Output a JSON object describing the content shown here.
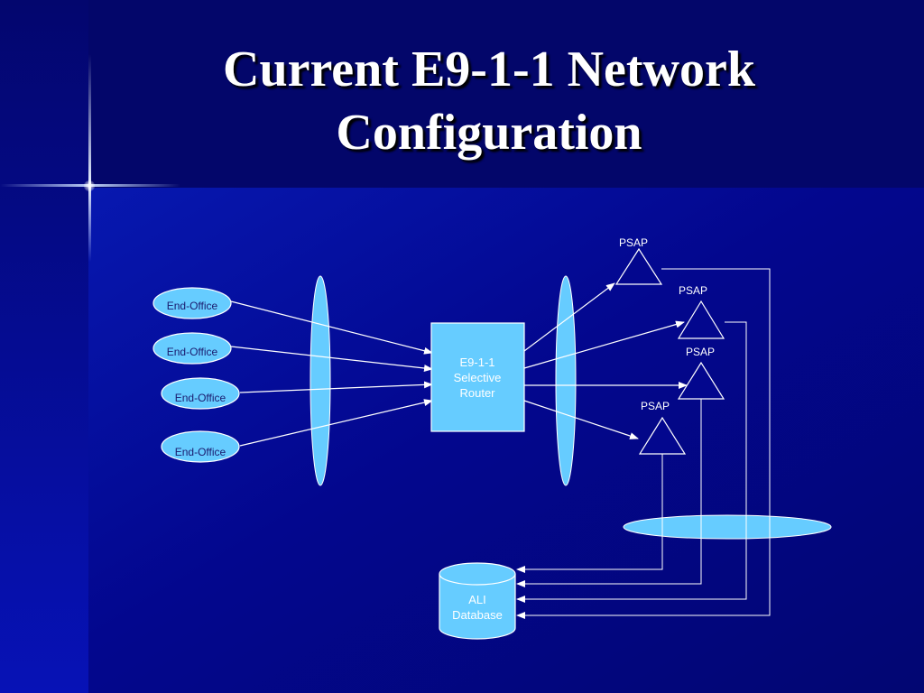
{
  "slide": {
    "title_line1": "Current E9-1-1 Network",
    "title_line2": "Configuration"
  },
  "diagram": {
    "end_offices": [
      "End-Office",
      "End-Office",
      "End-Office",
      "End-Office"
    ],
    "router": {
      "line1": "E9-1-1",
      "line2": "Selective",
      "line3": "Router"
    },
    "psaps": [
      "PSAP",
      "PSAP",
      "PSAP",
      "PSAP"
    ],
    "ali_db": {
      "line1": "ALI",
      "line2": "Database"
    }
  },
  "colors": {
    "background": "#03067f",
    "shape_fill": "#66ccff",
    "line": "#ffffff",
    "title_text": "#ffffff"
  }
}
